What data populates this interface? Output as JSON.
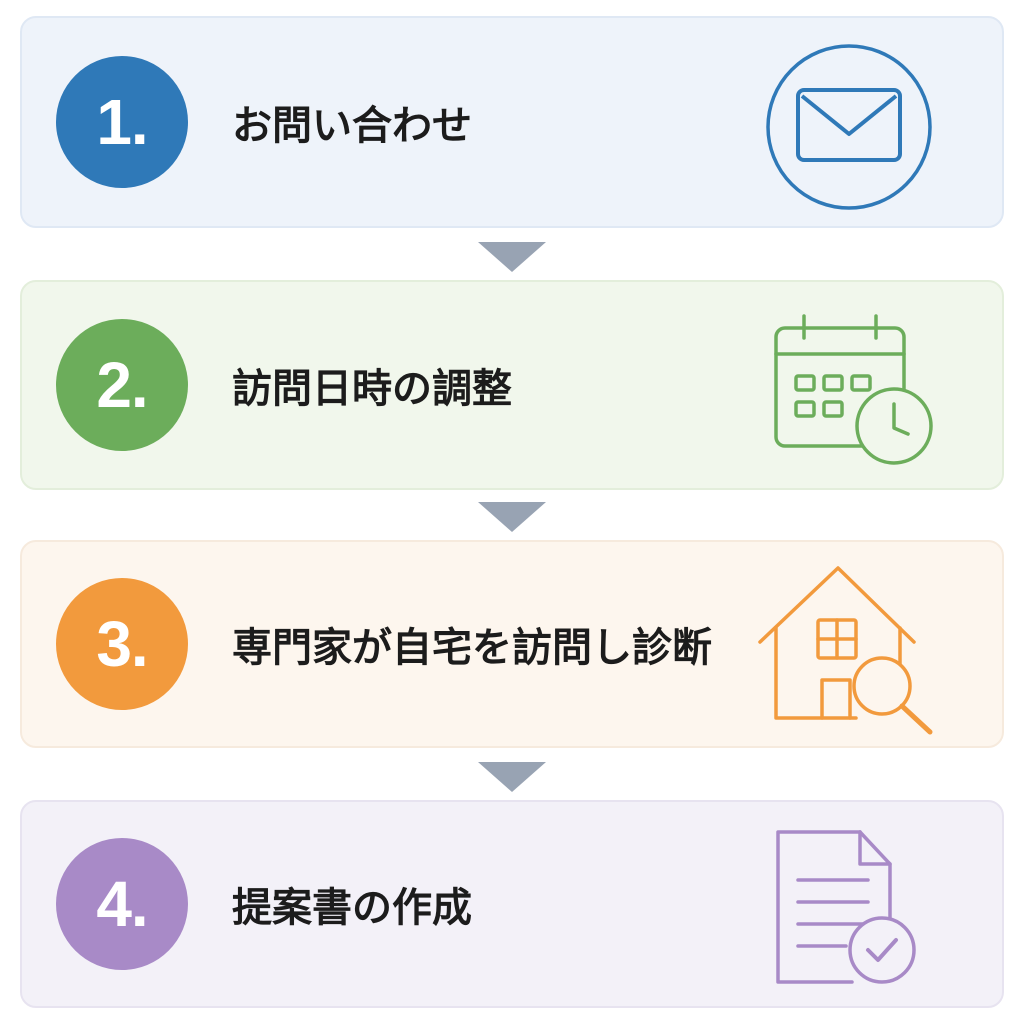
{
  "steps": [
    {
      "number": "1.",
      "label": "お問い合わせ",
      "color": "#2f79b8",
      "icon": "mail-icon"
    },
    {
      "number": "2.",
      "label": "訪問日時の調整",
      "color": "#6cad5b",
      "icon": "calendar-clock-icon"
    },
    {
      "number": "3.",
      "label": "専門家が自宅を訪問し診断",
      "color": "#f29a3d",
      "icon": "house-search-icon"
    },
    {
      "number": "4.",
      "label": "提案書の作成",
      "color": "#a88ac7",
      "icon": "document-check-icon"
    }
  ],
  "arrow_color": "#98a3b3"
}
